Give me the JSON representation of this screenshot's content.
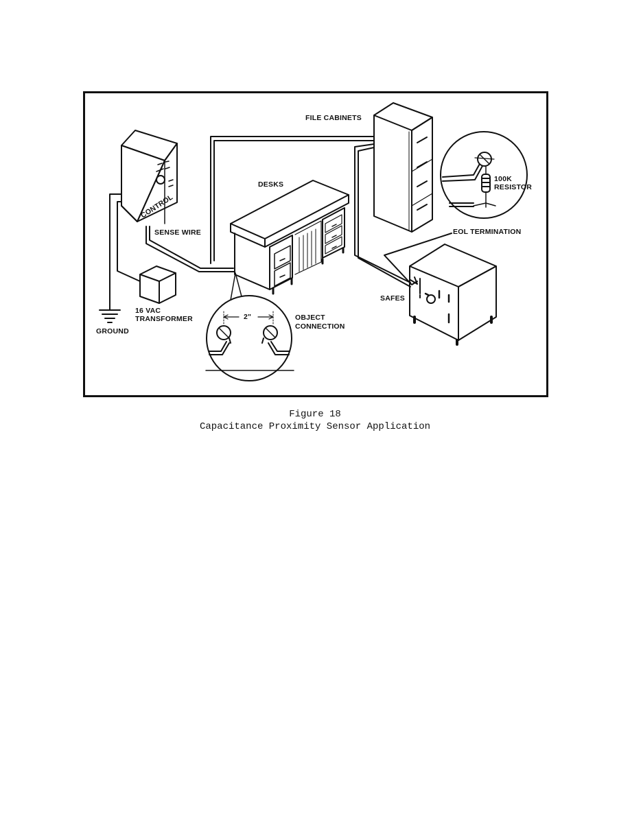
{
  "figure": {
    "labels": {
      "file_cabinets": "FILE CABINETS",
      "control": "CONTROL",
      "desks": "DESKS",
      "sense_wire": "SENSE WIRE",
      "resistor_value": "100K",
      "resistor_word": "RESISTOR",
      "eol_termination": "EOL TERMINATION",
      "transformer_volts": "16 VAC",
      "transformer_word": "TRANSFORMER",
      "ground": "GROUND",
      "spacing": "2\"",
      "object_word": "OBJECT",
      "connection_word": "CONNECTION",
      "safes": "SAFES"
    }
  },
  "caption": {
    "number": "Figure 18",
    "title": "Capacitance Proximity Sensor Application"
  }
}
